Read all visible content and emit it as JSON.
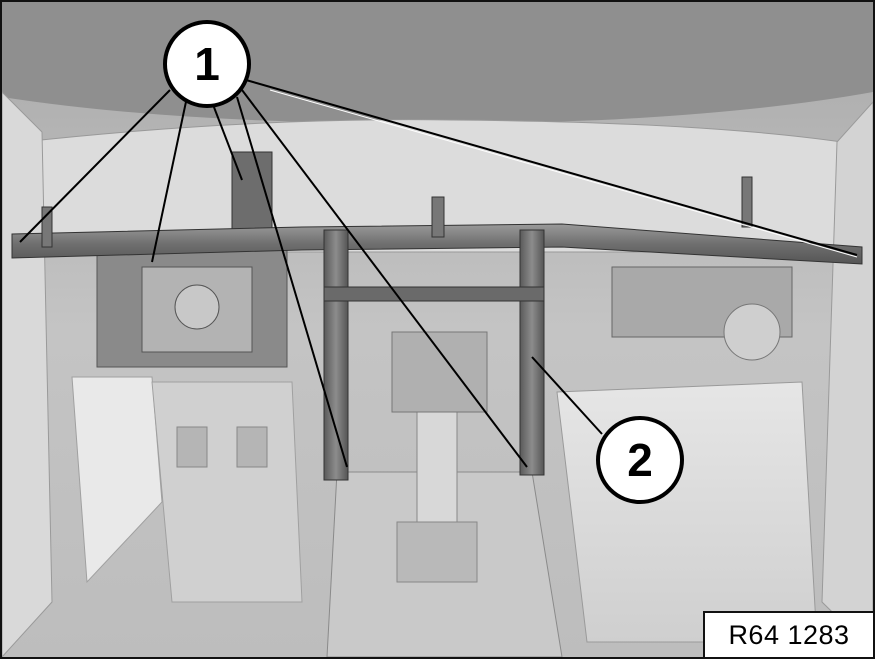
{
  "figure": {
    "callouts": [
      {
        "label": "1"
      },
      {
        "label": "2"
      }
    ],
    "reference_code": "R64 1283"
  }
}
